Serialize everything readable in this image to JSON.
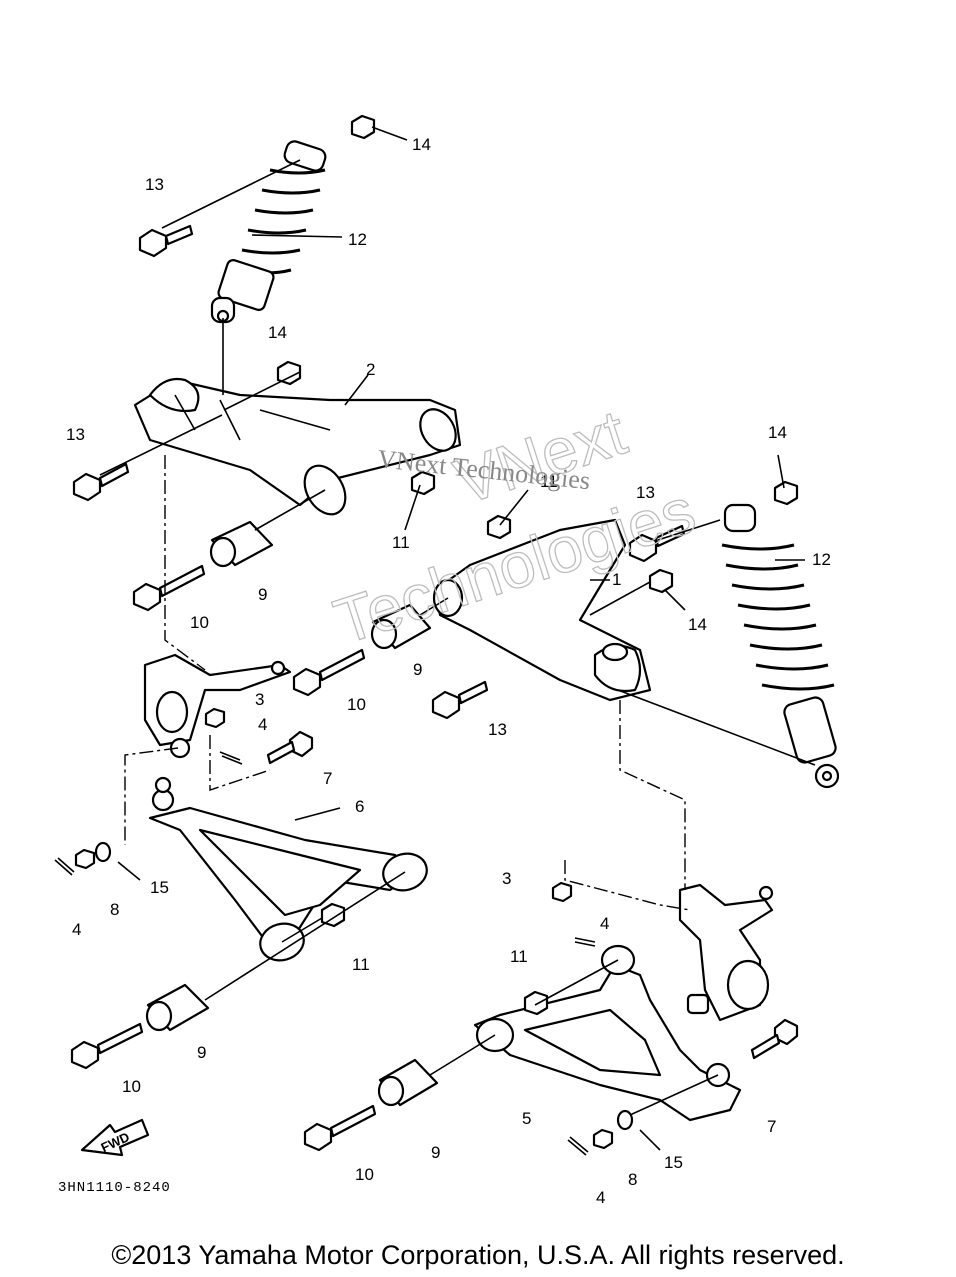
{
  "diagram": {
    "drawing_code": "3HN1110-8240",
    "fwd_label": "FWD",
    "callouts": [
      "14",
      "13",
      "12",
      "14",
      "2",
      "13",
      "11",
      "11",
      "13",
      "14",
      "12",
      "1",
      "14",
      "9",
      "10",
      "3",
      "4",
      "10",
      "9",
      "13",
      "7",
      "6",
      "15",
      "8",
      "4",
      "11",
      "10",
      "9",
      "3",
      "4",
      "11",
      "5",
      "7",
      "10",
      "9",
      "15",
      "8",
      "4"
    ],
    "watermark": {
      "line1": "VNext",
      "line2": "Technologies",
      "line3": "VNext Technologies"
    }
  },
  "footer": {
    "copyright": "©2013 Yamaha Motor Corporation, U.S.A. All rights reserved."
  }
}
